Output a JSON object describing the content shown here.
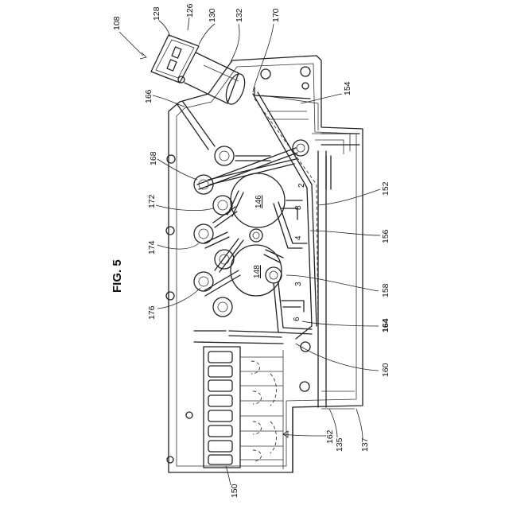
{
  "figure": {
    "title": "FIG. 5"
  },
  "labels": {
    "l108": "108",
    "l128": "128",
    "l126": "126",
    "l130": "130",
    "l132": "132",
    "l170": "170",
    "l154": "154",
    "l166": "166",
    "l168": "168",
    "l172": "172",
    "l174": "174",
    "l176": "176",
    "l152": "152",
    "l156": "156",
    "l158": "158",
    "l164": "164",
    "l160": "160",
    "l162": "162",
    "l150": "150",
    "l135": "135",
    "l137": "137"
  },
  "chamber_labels": {
    "c146a": "146",
    "c146b": "148",
    "n2": "2",
    "n8": "8",
    "n4": "4",
    "n3": "3",
    "n6": "6"
  }
}
